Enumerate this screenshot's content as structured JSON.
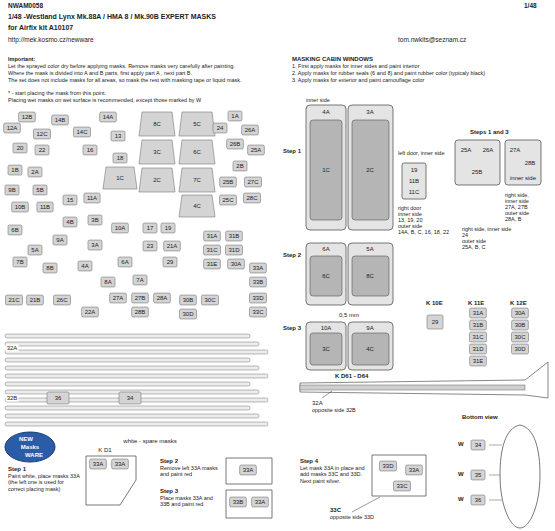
{
  "diagram": {
    "title": "1/48 -Westland Lynx Mk.88A / HMA 8 / Mk.90B EXPERT MASKS",
    "labels": [
      "NWAM0058",
      "1/48",
      "for Airfix kit A10107",
      "http://mek.kosmo.cz/newware",
      "tom.nwkits@seznam.cz",
      "Important:",
      "Let the sprayed color dry before applying masks. Remove masks very carefully after painting.",
      "Where the mask is divided into A and B parts, first apply part A , next part B.",
      "The set does not include masks for all areas, so mask the rest with masking tape or liquid mask.",
      "* - start placing the mask from this point.",
      "Placing wet masks on wet surface is recommended, except those marked by W",
      "MASKING CABIN WINDOWS",
      "1. First apply masks for inner sides and paint interior",
      "2. Apply masks for rubber seals (6 and 8) and paint rubber color (typicaly black)",
      "3. Apply masks for exterior and paint camouflage color",
      "12B",
      "14A",
      "12A",
      "14B",
      "12C",
      "14C",
      "13",
      "20",
      "22",
      "16",
      "18",
      "8C",
      "5C",
      "3C",
      "6C",
      "2C",
      "7C",
      "1C",
      "4C",
      "1A",
      "24",
      "26A",
      "26B",
      "25A",
      "2B",
      "25B",
      "27C",
      "28C",
      "25C",
      "1B",
      "2A",
      "9B",
      "5B",
      "10B",
      "11B",
      "15",
      "4B",
      "3B",
      "11A",
      "6B",
      "9A",
      "10A",
      "3A",
      "5A",
      "7B",
      "8B",
      "4A",
      "17",
      "19",
      "23",
      "21A",
      "29",
      "6A",
      "7A",
      "8A",
      "31A",
      "31B",
      "31C",
      "31D",
      "31E",
      "30A",
      "33A",
      "33B",
      "33D",
      "33C",
      "21C",
      "21B",
      "26C",
      "22A",
      "27A",
      "27B",
      "28A",
      "28B",
      "30B",
      "30C",
      "30D",
      "32A",
      "32B",
      "36",
      "34",
      "white - spare masks",
      "NEW",
      "Masks",
      "WARE",
      "K D1",
      "33A",
      "33A",
      "Step 1",
      "Paint white, place masks 33A (the left one is used for correct placing mask)",
      "Step 2",
      "Remove left 33A masks and paint red",
      "33A",
      "Step 3",
      "Place masks 33A and 33B and paint red",
      "33B",
      "33A",
      "Step 4",
      "Let mask 33A in place and add masks 33C and 33D. Next paint silver.",
      "33D",
      "33C",
      "33A",
      "33C",
      "opposite side 33D",
      "inner side",
      "Step 1",
      "4A",
      "3A",
      "1C",
      "2C",
      "Step 2",
      "6A",
      "5A",
      "6C",
      "8C",
      "0,5 mm",
      "Step 3",
      "10A",
      "9A",
      "3C",
      "4C",
      "Steps 1 and 3",
      "left door, inner side",
      "19",
      "11B",
      "11C",
      "right door",
      "inner side",
      "13, 19, 20",
      "outer side",
      "14A, B, C, 16, 18, 22",
      "25A",
      "26A",
      "25B",
      "27A",
      "28B",
      "inner side",
      "right side, inner side",
      "24",
      "outer side",
      "25A, B, C",
      "right side,",
      "inner side",
      "27A, 27B",
      "outer side",
      "28A, B",
      "K 10E",
      "29",
      "K 11E",
      "31A",
      "31B",
      "31C",
      "31D",
      "31E",
      "K 12E",
      "30A",
      "30B",
      "30C",
      "30D",
      "K D61 - D64",
      "32A",
      "opposite side 32B",
      "Bottom view",
      "W",
      "34",
      "W",
      "35",
      "W",
      "36"
    ]
  }
}
